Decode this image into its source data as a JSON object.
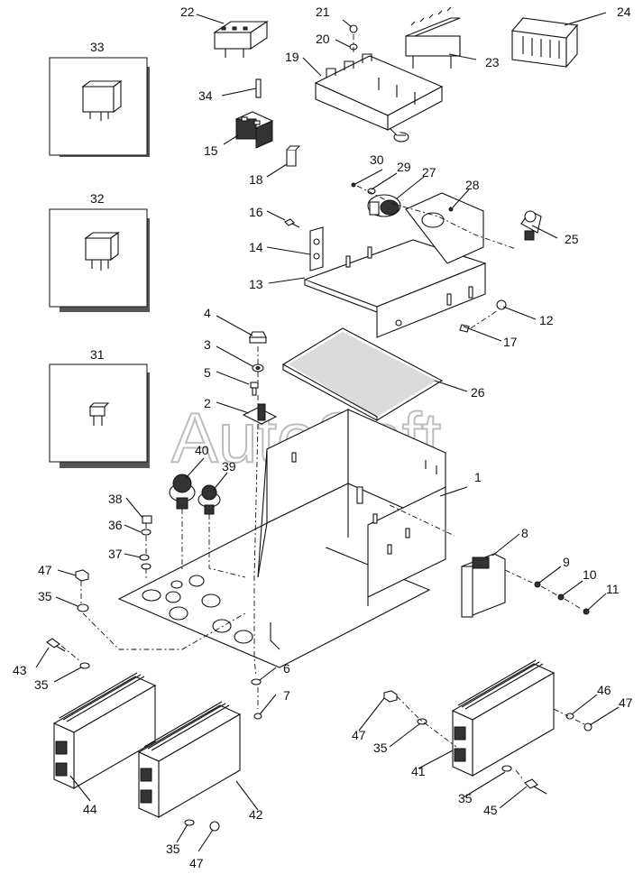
{
  "watermark": "AutoSoft",
  "callouts": {
    "c1": "1",
    "c2": "2",
    "c3": "3",
    "c4": "4",
    "c5": "5",
    "c6": "6",
    "c7": "7",
    "c8": "8",
    "c9": "9",
    "c10": "10",
    "c11": "11",
    "c12": "12",
    "c13": "13",
    "c14": "14",
    "c15": "15",
    "c16": "16",
    "c17": "17",
    "c18": "18",
    "c19": "19",
    "c20": "20",
    "c21": "21",
    "c22": "22",
    "c23": "23",
    "c24": "24",
    "c25": "25",
    "c26": "26",
    "c27": "27",
    "c28": "28",
    "c29": "29",
    "c30": "30",
    "c31": "31",
    "c32": "32",
    "c33": "33",
    "c34": "34",
    "c35a": "35",
    "c35b": "35",
    "c35c": "35",
    "c35d": "35",
    "c35e": "35",
    "c36": "36",
    "c37": "37",
    "c38": "38",
    "c39": "39",
    "c40": "40",
    "c41": "41",
    "c42": "42",
    "c43": "43",
    "c44": "44",
    "c45": "45",
    "c46": "46",
    "c47a": "47",
    "c47b": "47",
    "c47c": "47",
    "c47d": "47"
  }
}
